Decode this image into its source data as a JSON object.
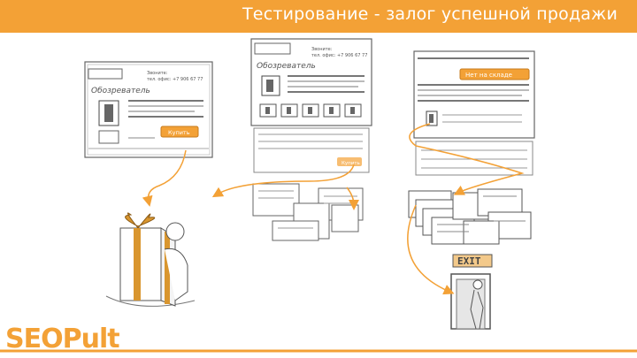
{
  "header": {
    "title": "Тестирование - залог успешной продажи"
  },
  "panel_left": {
    "phone_label": "Звоните:",
    "phone": "тел. офис: +7 906 67 77",
    "heading": "Обозреватель",
    "button": "Купить"
  },
  "panel_mid": {
    "phone_label": "Звоните:",
    "phone": "тел. офис: +7 906 67 77",
    "heading": "Обозреватель",
    "button": "Купить"
  },
  "panel_right": {
    "badge": "Нет на складе"
  },
  "exit_sign": {
    "label": "EXIT"
  },
  "logo": {
    "text": "SEOPult"
  },
  "colors": {
    "accent": "#f3a136",
    "sketch": "#555555"
  }
}
